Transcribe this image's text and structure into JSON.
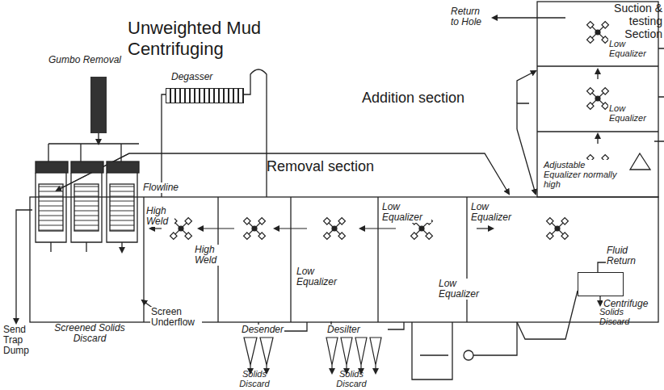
{
  "diagram": {
    "title": "Unweighted Mud Centrifuging",
    "nodes": [
      {
        "text": [
          "Gumbo Removal"
        ]
      },
      {
        "text": [
          "Degasser"
        ]
      },
      {
        "text": [
          "Desender"
        ]
      },
      {
        "text": [
          "Desilter"
        ]
      },
      {
        "text": [
          "Centrifuge"
        ]
      }
    ],
    "labels": [
      "Suction & testing Section",
      "Return to Hole",
      "Low Equalizer",
      "Low Equalizer",
      "Adjustable Equalizer normally high",
      "Addition section",
      "Removal section",
      "Flowline",
      "High Weld",
      "High Weld",
      "Low Equalizer",
      "Low Equalizer",
      "Low Equalizer",
      "Low Equalizer",
      "Fluid Return",
      "Send Trap Dump",
      "Screened Solids Discard",
      "Screen Underflow",
      "Solids Discard",
      "Solids Discard",
      "Solids Discard"
    ]
  }
}
